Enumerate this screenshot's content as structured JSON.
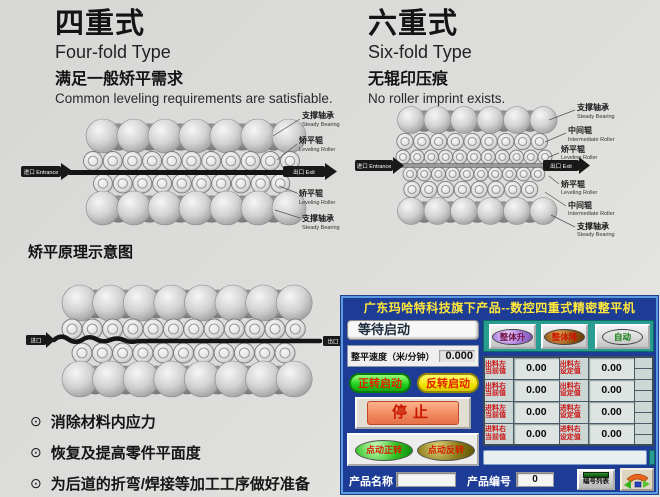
{
  "headers": {
    "left": {
      "title_cn": "四重式",
      "title_en": "Four-fold Type",
      "desc_cn": "满足一般矫平需求",
      "desc_en": "Common leveling requirements are satisfiable."
    },
    "right": {
      "title_cn": "六重式",
      "title_en": "Six-fold Type",
      "desc_cn": "无辊印压痕",
      "desc_en": "No roller imprint exists."
    }
  },
  "section_label": "矫平原理示意图",
  "bullets": [
    {
      "icon": "⊙",
      "text": "消除材料内应力"
    },
    {
      "icon": "⊙",
      "text": "恢复及提高零件平面度"
    },
    {
      "icon": "⊙",
      "text": "为后道的折弯/焊接等加工工序做好准备"
    }
  ],
  "diagram": {
    "steady_bearing_cn": "支撑轴承",
    "steady_bearing_en": "Steady Bearing",
    "leveling_roller_cn": "矫平辊",
    "leveling_roller_en": "Leveling Roller",
    "intermediate_roller_cn": "中间辊",
    "intermediate_roller_en": "Intermediate Roller",
    "entrance_pill": "进口 Entrance",
    "exit_pill": "出口 Exit",
    "entrance_cn": "进口",
    "exit_cn": "出口"
  },
  "hmi": {
    "title": "广东玛哈特科技旗下产品--数控四重式精密整平机",
    "status": "等待启动",
    "speed_label": "整平速度（米/分钟）",
    "speed_value": "0.000",
    "btn_forward": "正转启动",
    "btn_reverse": "反转启动",
    "btn_stop": "停止",
    "btn_jog_forward": "点动正转",
    "btn_jog_reverse": "点动反转",
    "btn_rise": "整体升",
    "btn_fall": "整体降",
    "btn_auto": "自动",
    "btn_list": "编号列表",
    "table": {
      "rows": [
        {
          "label1a": "出料左",
          "label1b": "当前值",
          "value1": "0.00",
          "label2a": "出料左",
          "label2b": "设定值",
          "value2": "0.00"
        },
        {
          "label1a": "出料右",
          "label1b": "当前值",
          "value1": "0.00",
          "label2a": "出料右",
          "label2b": "设定值",
          "value2": "0.00"
        },
        {
          "label1a": "进料左",
          "label1b": "当前值",
          "value1": "0.00",
          "label2a": "进料左",
          "label2b": "设定值",
          "value2": "0.00"
        },
        {
          "label1a": "进料右",
          "label1b": "当前值",
          "value1": "0.00",
          "label2a": "进料右",
          "label2b": "设定值",
          "value2": "0.00"
        }
      ]
    },
    "message": "",
    "product_name_label": "产品名称",
    "product_name_value": "",
    "product_no_label": "产品编号",
    "product_no_value": "0"
  },
  "colors": {
    "hmi_blue": "#1d3c96",
    "hmi_teal": "#2a9d93",
    "accent_yellow": "#ffe83a"
  }
}
